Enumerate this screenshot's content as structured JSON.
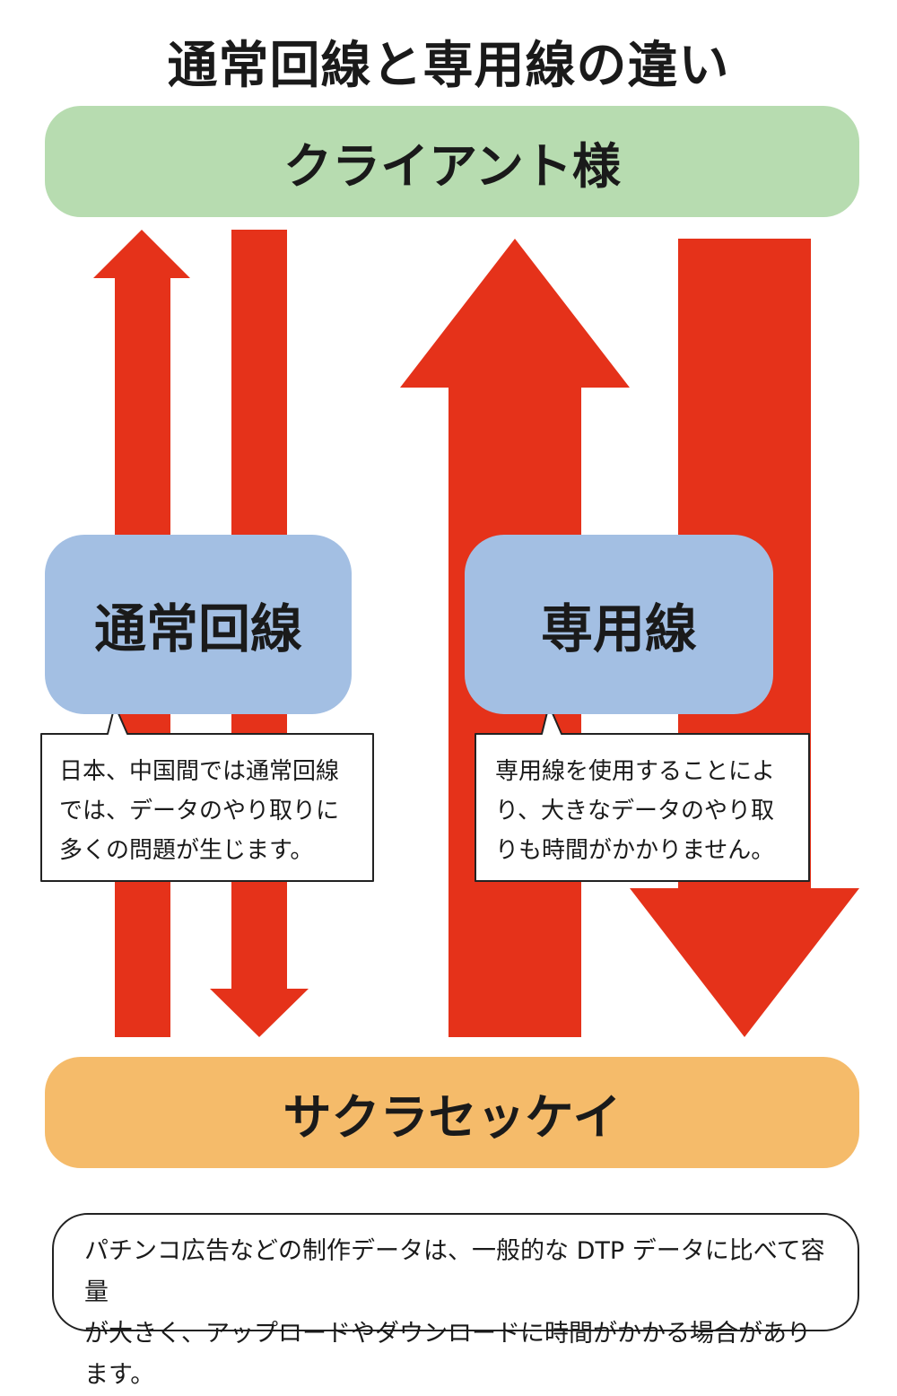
{
  "title": "通常回線と専用線の違い",
  "client": {
    "label": "クライアント様"
  },
  "vendor": {
    "label": "サクラセッケイ"
  },
  "normal_line": {
    "label": "通常回線",
    "description": "日本、中国間では通常回線\nでは、データのやり取りに\n多くの問題が生じます。"
  },
  "dedicated_line": {
    "label": "専用線",
    "description": "専用線を使用することによ\nり、大きなデータのやり取\nりも時間がかかりません。"
  },
  "footer_note": "パチンコ広告などの制作データは、一般的な DTP データに比べて容量\nが大きく、アップロードやダウンロードに時間がかかる場合があります。",
  "colors": {
    "arrow": "#e5321a",
    "client_bg": "#b7dcb0",
    "vendor_bg": "#f5bb6a",
    "label_bg": "#a3bfe3"
  }
}
